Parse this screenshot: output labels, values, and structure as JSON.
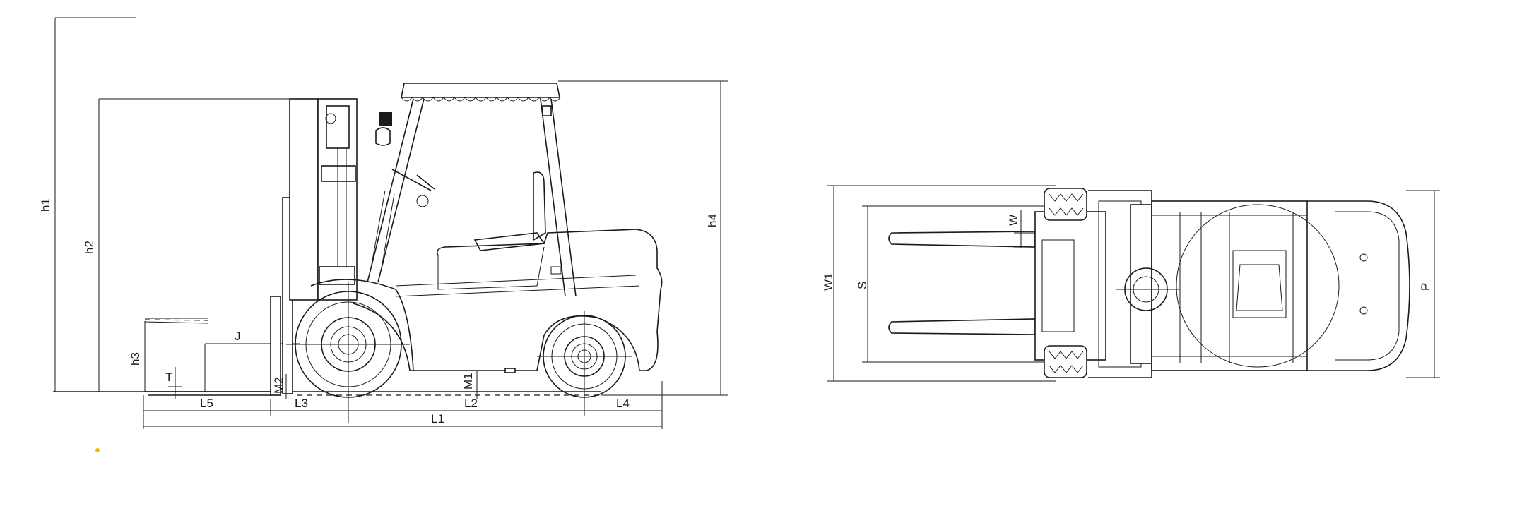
{
  "dimension_labels": {
    "h1": "h1",
    "h2": "h2",
    "h3": "h3",
    "h4": "h4",
    "T": "T",
    "J": "J",
    "L5": "L5",
    "L3": "L3",
    "L1": "L1",
    "L2": "L2",
    "L4": "L4",
    "M1": "M1",
    "M2": "M2",
    "W1": "W1",
    "S": "S",
    "W": "W",
    "P": "P"
  },
  "colors": {
    "line": "#1a1a1a",
    "background": "#ffffff",
    "accent_dot": "#f2b705"
  }
}
